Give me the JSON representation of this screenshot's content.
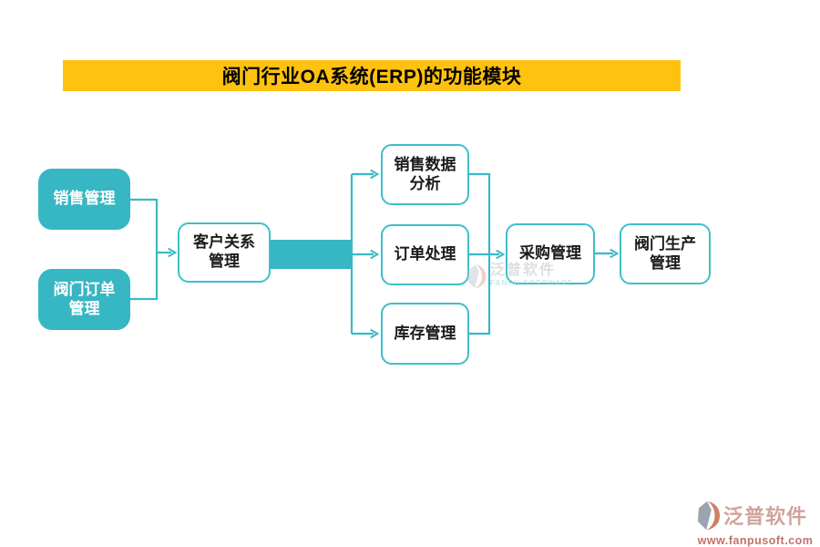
{
  "title": "阀门行业OA系统(ERP)的功能模块",
  "nodes": {
    "sales_mgmt": {
      "label": "销售管理",
      "lines": [
        "销售管理"
      ]
    },
    "valve_order_mgmt": {
      "label": "阀门订单管理",
      "lines": [
        "阀门订单",
        "管理"
      ]
    },
    "crm": {
      "label": "客户关系管理",
      "lines": [
        "客户关系",
        "管理"
      ]
    },
    "sales_data_analysis": {
      "label": "销售数据分析",
      "lines": [
        "销售数据",
        "分析"
      ]
    },
    "order_processing": {
      "label": "订单处理",
      "lines": [
        "订单处理"
      ]
    },
    "inventory_mgmt": {
      "label": "库存管理",
      "lines": [
        "库存管理"
      ]
    },
    "procurement_mgmt": {
      "label": "采购管理",
      "lines": [
        "采购管理"
      ]
    },
    "valve_production_mgmt": {
      "label": "阀门生产管理",
      "lines": [
        "阀门生产",
        "管理"
      ]
    }
  },
  "edges": [
    {
      "from": "销售管理",
      "to": "客户关系管理"
    },
    {
      "from": "阀门订单管理",
      "to": "客户关系管理"
    },
    {
      "from": "客户关系管理",
      "to": "销售数据分析"
    },
    {
      "from": "客户关系管理",
      "to": "订单处理"
    },
    {
      "from": "客户关系管理",
      "to": "库存管理"
    },
    {
      "from": "销售数据分析",
      "to": "采购管理"
    },
    {
      "from": "订单处理",
      "to": "采购管理"
    },
    {
      "from": "库存管理",
      "to": "采购管理"
    },
    {
      "from": "采购管理",
      "to": "阀门生产管理"
    }
  ],
  "watermark": {
    "brand": "泛普软件",
    "brand_en": "FANPU SOFTWARE"
  },
  "logo": {
    "brand": "泛普软件",
    "url": "www.fanpusoft.com"
  },
  "colors": {
    "accent_teal": "#37b6c3",
    "line_teal": "#3bb9c6",
    "title_bg": "#ffc20e",
    "title_text": "#000000",
    "node_text": "#1a1a1a",
    "logo_brand": "#cfa49c",
    "logo_url": "#c0736c"
  }
}
